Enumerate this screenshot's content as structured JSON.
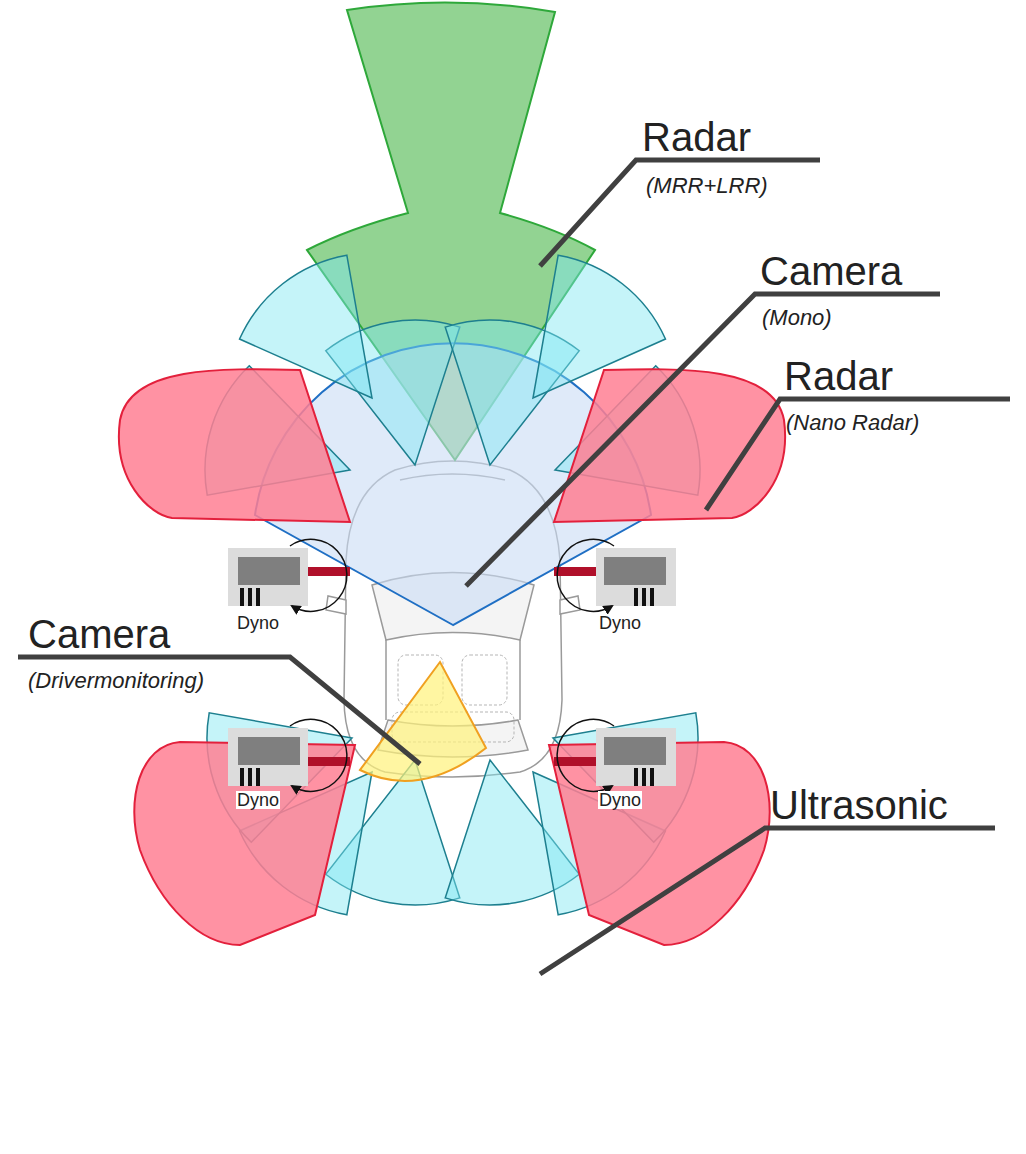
{
  "diagram": {
    "labels": [
      "Radar",
      "(MRR+LRR)",
      "Camera",
      "(Mono)",
      "Radar",
      "(Nano Radar)",
      "Camera",
      "(Drivermonitoring)",
      "Ultrasonic",
      "Dyno",
      "Dyno",
      "Dyno",
      "Dyno"
    ]
  }
}
